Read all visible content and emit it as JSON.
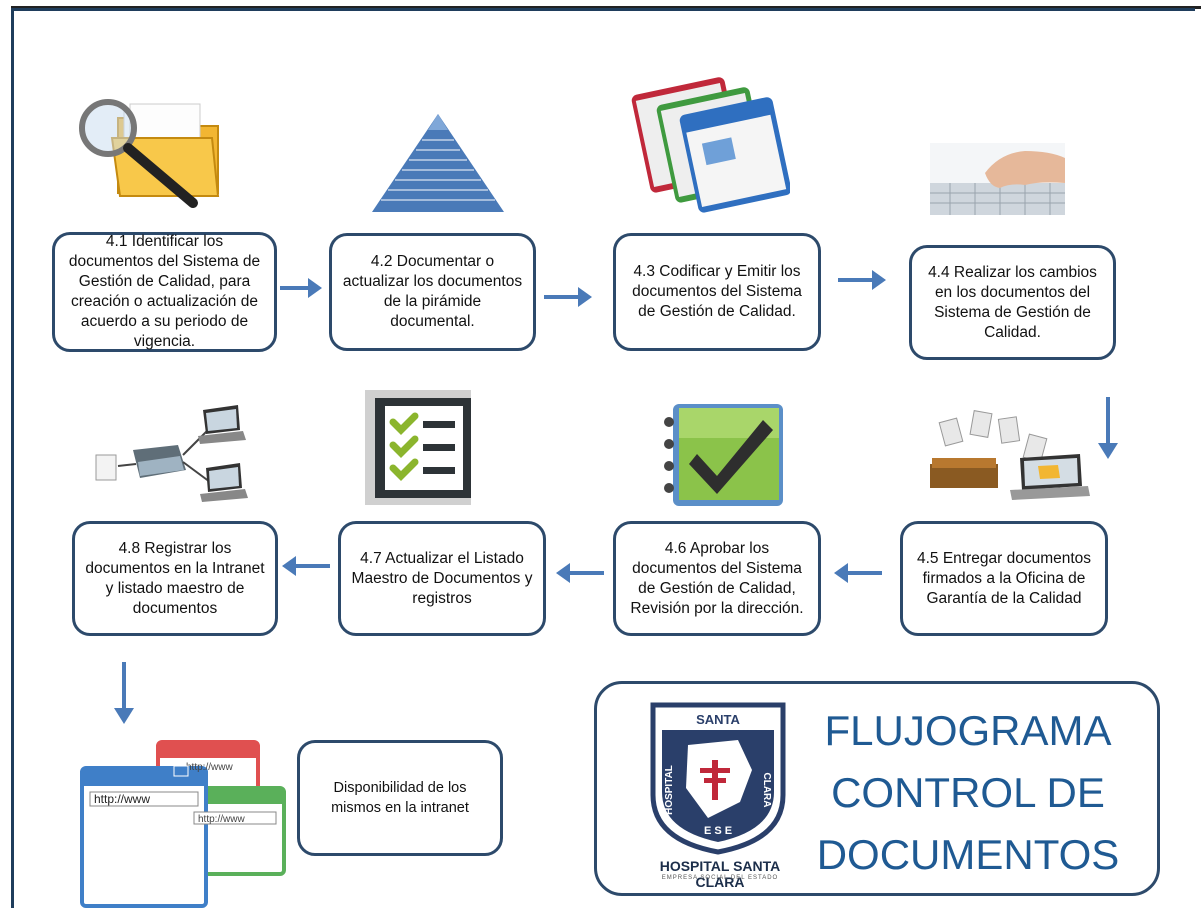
{
  "steps": {
    "s41": "4.1 Identificar los documentos del Sistema de Gestión de Calidad, para creación o actualización de acuerdo a su periodo de vigencia.",
    "s42": "4.2 Documentar o actualizar los documentos de la pirámide documental.",
    "s43": "4.3 Codificar y Emitir los documentos del Sistema de Gestión de Calidad.",
    "s44": "4.4 Realizar los cambios en los documentos del Sistema de Gestión de Calidad.",
    "s45": "4.5 Entregar documentos firmados a la Oficina de Garantía de la Calidad",
    "s46": "4.6 Aprobar los documentos del Sistema de Gestión de Calidad, Revisión por la dirección.",
    "s47": "4.7 Actualizar el Listado Maestro de Documentos y registros",
    "s48": "4.8 Registrar los documentos en la Intranet y listado maestro de documentos",
    "final": "Disponibilidad de los mismos en la intranet"
  },
  "title": {
    "line1": "FLUJOGRAMA",
    "line2": "CONTROL DE",
    "line3": "DOCUMENTOS"
  },
  "logo": {
    "top": "SANTA",
    "left": "HOSPITAL",
    "right": "CLARA",
    "bottom": "E S E",
    "caption": "HOSPITAL SANTA CLARA",
    "subcaption": "EMPRESA SOCIAL DEL ESTADO"
  },
  "browser": {
    "url1": "http://www",
    "url2": "http://www",
    "url3": "http://www"
  },
  "colors": {
    "border": "#2d4a6b",
    "arrow": "#4a7ab8",
    "title": "#1f5a93"
  }
}
